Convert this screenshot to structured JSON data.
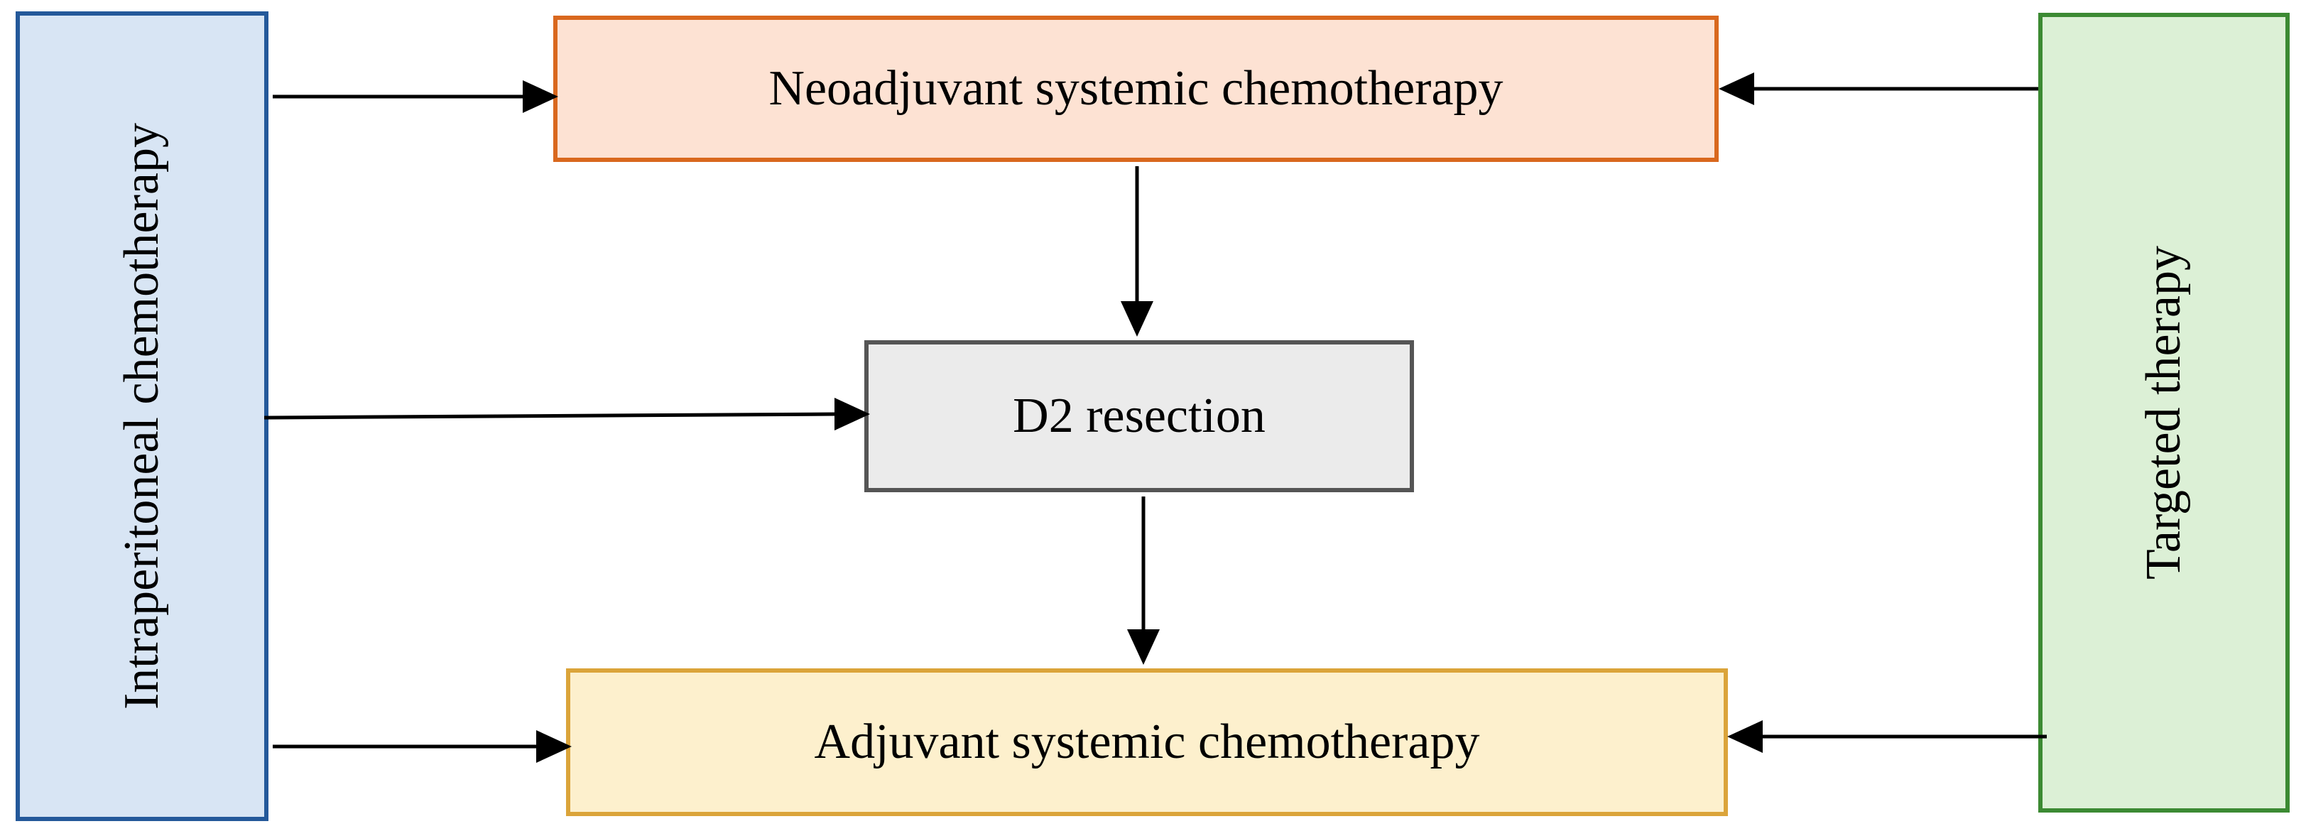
{
  "diagram": {
    "left_box": {
      "label": "Intraperitoneal chemotherapy",
      "fill": "#d8e5f4",
      "border": "#24599a"
    },
    "right_box": {
      "label": "Targeted therapy",
      "fill": "#dcf0d6",
      "border": "#3c8a33"
    },
    "top_box": {
      "label": "Neoadjuvant systemic chemotherapy",
      "fill": "#fde2d3",
      "border": "#d9681e"
    },
    "middle_box": {
      "label": "D2 resection",
      "fill": "#ebebeb",
      "border": "#555555"
    },
    "bottom_box": {
      "label": "Adjuvant systemic chemotherapy",
      "fill": "#fdf0cd",
      "border": "#dba43a"
    }
  }
}
